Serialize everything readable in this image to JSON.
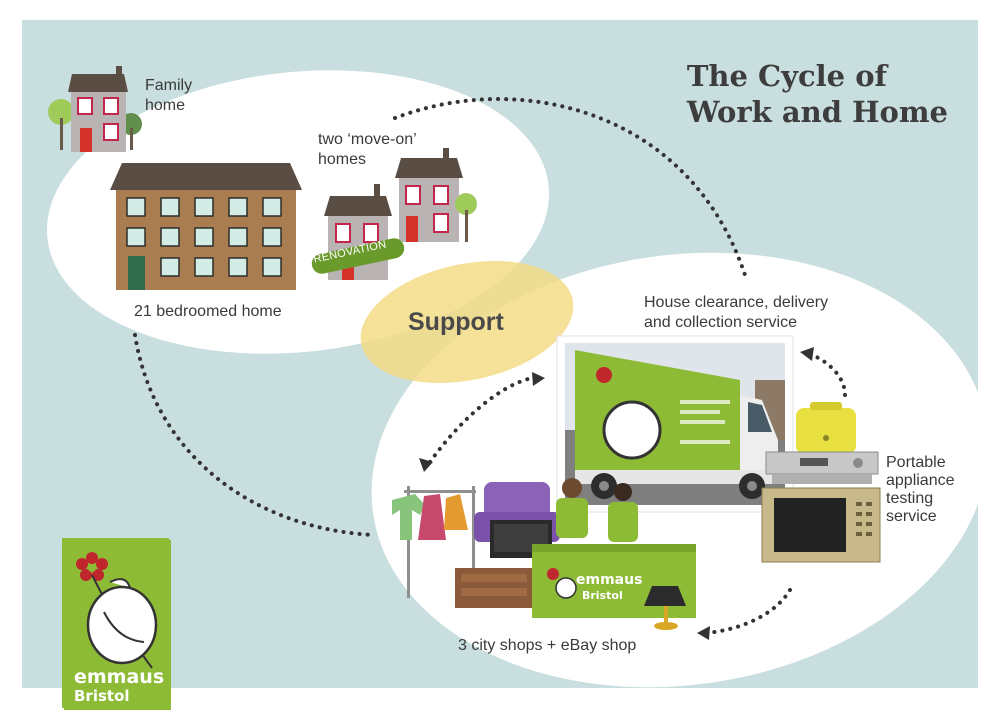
{
  "title": {
    "line1": "The Cycle of",
    "line2": "Work and Home"
  },
  "labels": {
    "family_home": [
      "Family",
      "home"
    ],
    "move_on": [
      "two ‘move-on’",
      "homes"
    ],
    "renovation": "RENOVATION",
    "bedroomed_home": "21 bedroomed home",
    "support": "Support",
    "house_clearance": [
      "House clearance, delivery",
      "and collection service"
    ],
    "portable": [
      "Portable",
      "appliance",
      "testing",
      "service"
    ],
    "shops": "3 city shops + eBay shop"
  },
  "logo": {
    "word": "emmaus",
    "city": "Bristol"
  },
  "colors": {
    "background": "#c9dede",
    "bubble": "#ffffff",
    "support_ellipse": "#f3dc86",
    "brand_green": "#8dbb36",
    "brick": "#a97d4f",
    "roof": "#5a4d44",
    "dots": "#333333"
  }
}
